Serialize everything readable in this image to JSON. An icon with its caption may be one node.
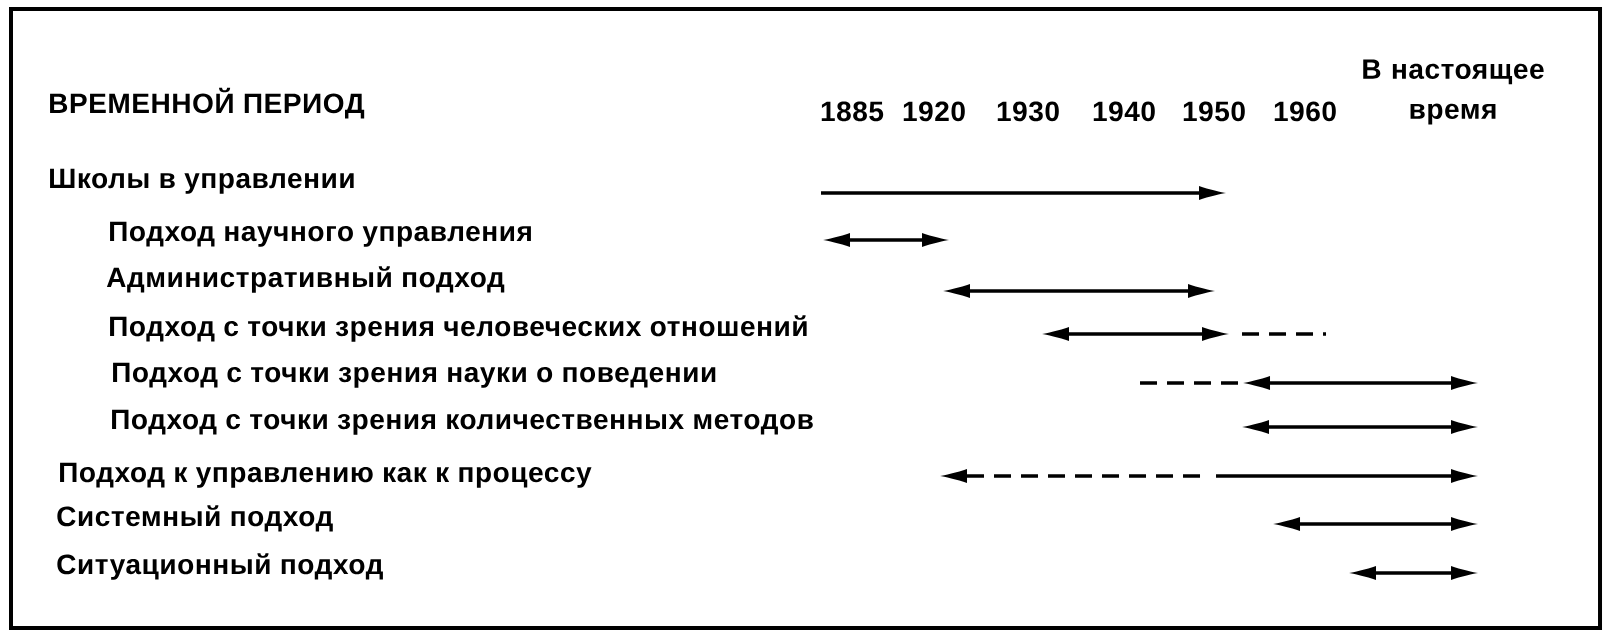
{
  "diagram": {
    "labels": [
      "ВРЕМЕННОЙ ПЕРИОД",
      "1885",
      "1920",
      "1930",
      "1940",
      "1950",
      "1960",
      "В настоящее время",
      "Школы в управлении",
      "Подход научного управления",
      "Административный подход",
      "Подход с точки зрения человеческих отношений",
      "Подход с точки зрения науки о поведении",
      "Подход с точки зрения количественных методов",
      "Подход к управлению как к процессу",
      "Системный подход",
      "Ситуационный подход"
    ]
  }
}
